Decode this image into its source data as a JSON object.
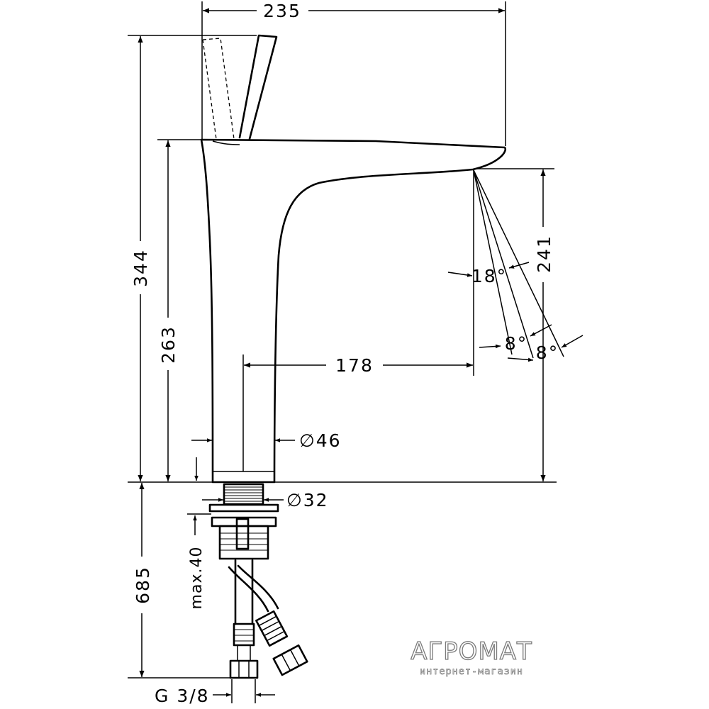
{
  "dimensions": {
    "total_width": "235",
    "total_height": "344",
    "body_height": "263",
    "spout_height": "241",
    "spout_reach": "178",
    "body_diameter": "∅46",
    "shank_diameter": "∅32",
    "max_mount_thickness": "max.40",
    "hose_length": "685",
    "connection_thread": "G 3/8",
    "spray_angle_total": "18°",
    "spray_angle_left": "8°",
    "spray_angle_right": "8°"
  },
  "watermark": {
    "brand": "АГРОМАТ",
    "subtitle": "интернет-магазин"
  }
}
